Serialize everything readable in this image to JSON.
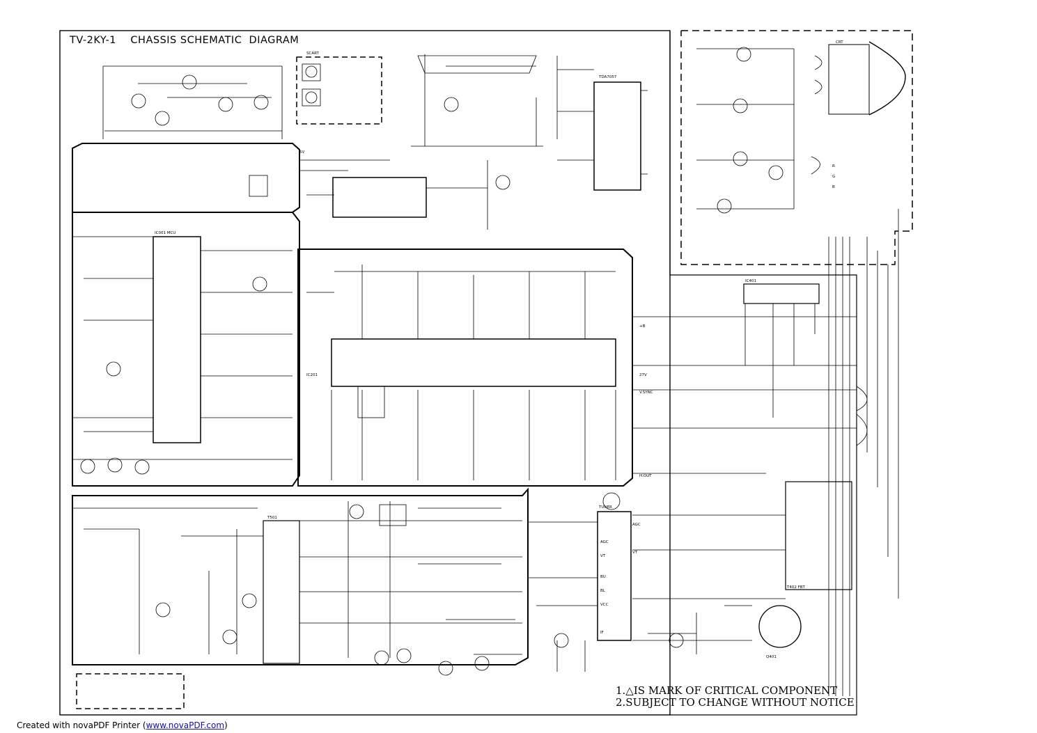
{
  "diagram": {
    "title_model": "TV-2KY-1",
    "title_text": "CHASSIS SCHEMATIC  DIAGRAM",
    "notes": [
      "1.△IS MARK OF CRITICAL COMPONENT",
      "2.SUBJECT TO CHANGE WITHOUT NOTICE"
    ]
  },
  "footer": {
    "prefix": "Created with novaPDF Printer (",
    "link": "www.novaPDF.com",
    "suffix": ")"
  },
  "colors": {
    "ink": "#000000",
    "paper": "#ffffff",
    "link": "#1a0dab"
  }
}
